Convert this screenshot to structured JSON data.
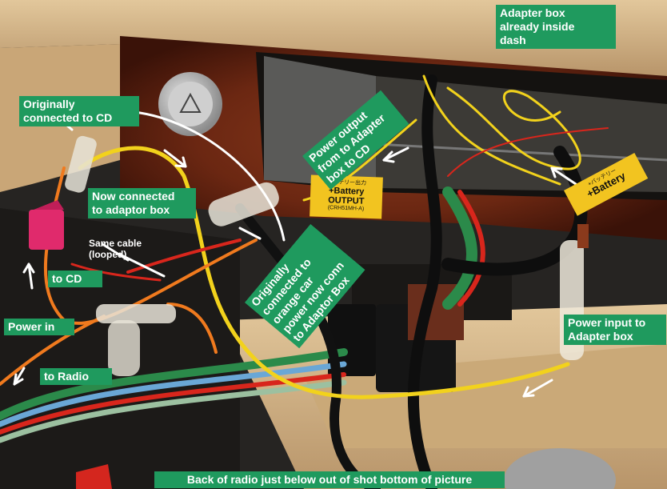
{
  "labels": {
    "adapter_box_inside_dash": [
      "Adapter box",
      "already inside",
      "dash"
    ],
    "originally_connected_cd": [
      "Originally",
      "connected to CD"
    ],
    "now_connected_adaptor": [
      "Now connected",
      "to adaptor box"
    ],
    "same_cable_looped": [
      "Same cable",
      "(looped)"
    ],
    "to_cd": "to CD",
    "power_in": "Power in",
    "to_radio": "to Radio",
    "power_output": [
      "Power output",
      "from to Adapter",
      "box to CD"
    ],
    "originally_orange_car": [
      "Originally",
      "connected to",
      "orange car",
      "power now conn",
      "to Adaptor Box"
    ],
    "power_input_adapter": [
      "Power input to",
      "Adapter box"
    ],
    "back_of_radio": "Back of radio just below out of shot bottom of picture"
  },
  "tags": {
    "battery_output": {
      "small": "バッテリー出力",
      "line1": "+Battery",
      "line2": "OUTPUT",
      "code": "(CRH51MH-A)"
    },
    "battery_input": {
      "small": "+バッテリー",
      "line1": "+Battery"
    }
  },
  "colors": {
    "label_bg": "#1f9a5e",
    "dash_beige": "#d8b98a",
    "wood": "#6e2a14",
    "wire_yellow": "#f2d21c",
    "wire_orange": "#f07a1e",
    "wire_red": "#d8261c",
    "tag_yellow": "#f2c420"
  }
}
